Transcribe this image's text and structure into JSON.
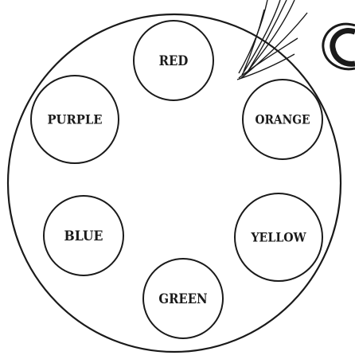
{
  "palette": {
    "ink": "#1a1a1a",
    "paper": "#ffffff"
  },
  "wheel": {
    "colors": [
      {
        "key": "red",
        "label": "RED"
      },
      {
        "key": "orange",
        "label": "ORANGE"
      },
      {
        "key": "yellow",
        "label": "YELLOW"
      },
      {
        "key": "green",
        "label": "GREEN"
      },
      {
        "key": "blue",
        "label": "BLUE"
      },
      {
        "key": "purple",
        "label": "PURPLE"
      }
    ]
  },
  "icons": {
    "brush": "paintbrush-icon",
    "letter": "decorative-letter-c-icon"
  }
}
